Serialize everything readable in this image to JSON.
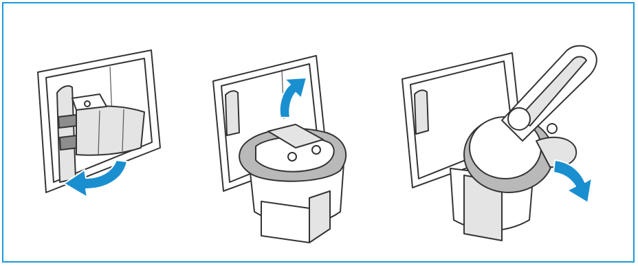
{
  "figure": {
    "border_color": "#1a9ad6",
    "arrow_color": "#1a8fd0",
    "steps": [
      {
        "icon": "pull-sleeve-outward-icon",
        "arrow_direction": "down-left"
      },
      {
        "icon": "lift-top-up-icon",
        "arrow_direction": "up"
      },
      {
        "icon": "pull-handle-out-icon",
        "arrow_direction": "down-right"
      }
    ]
  }
}
